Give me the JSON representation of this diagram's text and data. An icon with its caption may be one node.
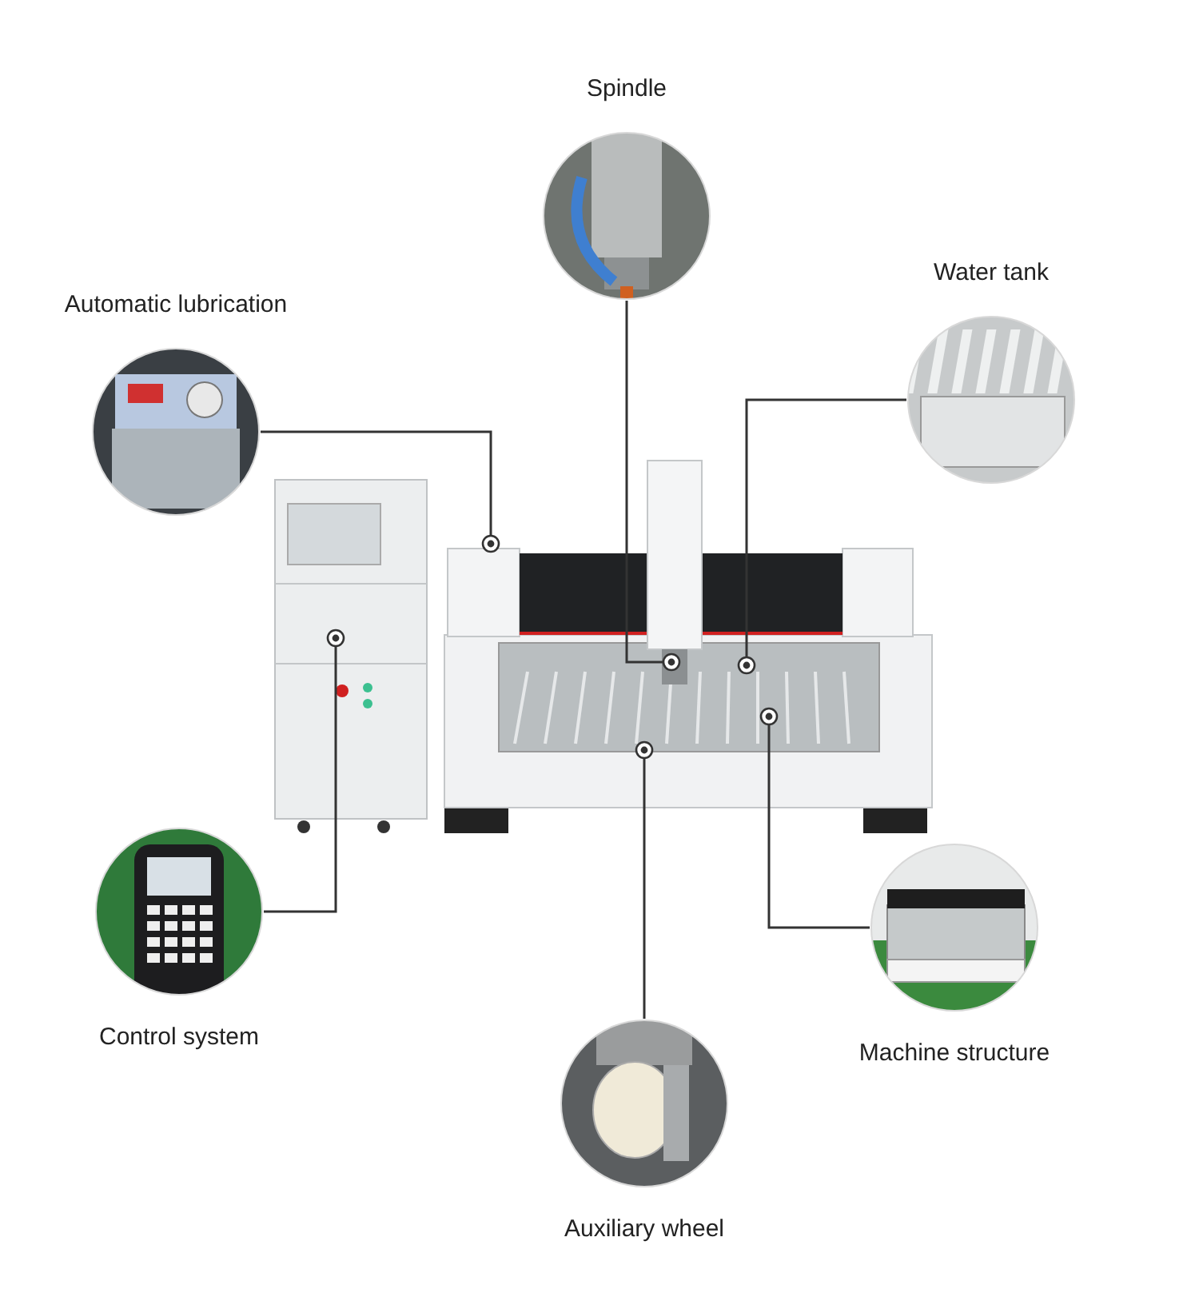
{
  "diagram": {
    "nodes": [
      {
        "text": [
          "Spindle"
        ]
      },
      {
        "text": [
          "Automatic lubrication"
        ]
      },
      {
        "text": [
          "Water tank"
        ]
      },
      {
        "text": [],
        "shape": "picture"
      },
      {
        "text": [],
        "shape": "circle",
        "in": 3
      },
      {
        "text": [],
        "shape": "circle",
        "in": 3
      },
      {
        "text": [],
        "shape": "circle",
        "in": 3
      },
      {
        "text": [],
        "shape": "circle",
        "in": 3
      },
      {
        "text": [],
        "shape": "circle",
        "in": 3
      },
      {
        "text": [],
        "shape": "circle",
        "in": 3
      },
      {
        "text": [
          "Control system"
        ]
      },
      {
        "text": [
          "Machine structure"
        ]
      },
      {
        "text": [
          "Auxiliary wheel"
        ]
      }
    ],
    "edges": [
      {
        "from": 0,
        "to": 4,
        "arrow": "none"
      },
      {
        "from": 1,
        "to": 5,
        "arrow": "none"
      },
      {
        "from": 2,
        "to": 6,
        "arrow": "none"
      },
      {
        "from": 10,
        "to": 7,
        "arrow": "none"
      },
      {
        "from": 11,
        "to": 8,
        "arrow": "none"
      },
      {
        "from": 12,
        "to": 9,
        "arrow": "none"
      }
    ]
  }
}
